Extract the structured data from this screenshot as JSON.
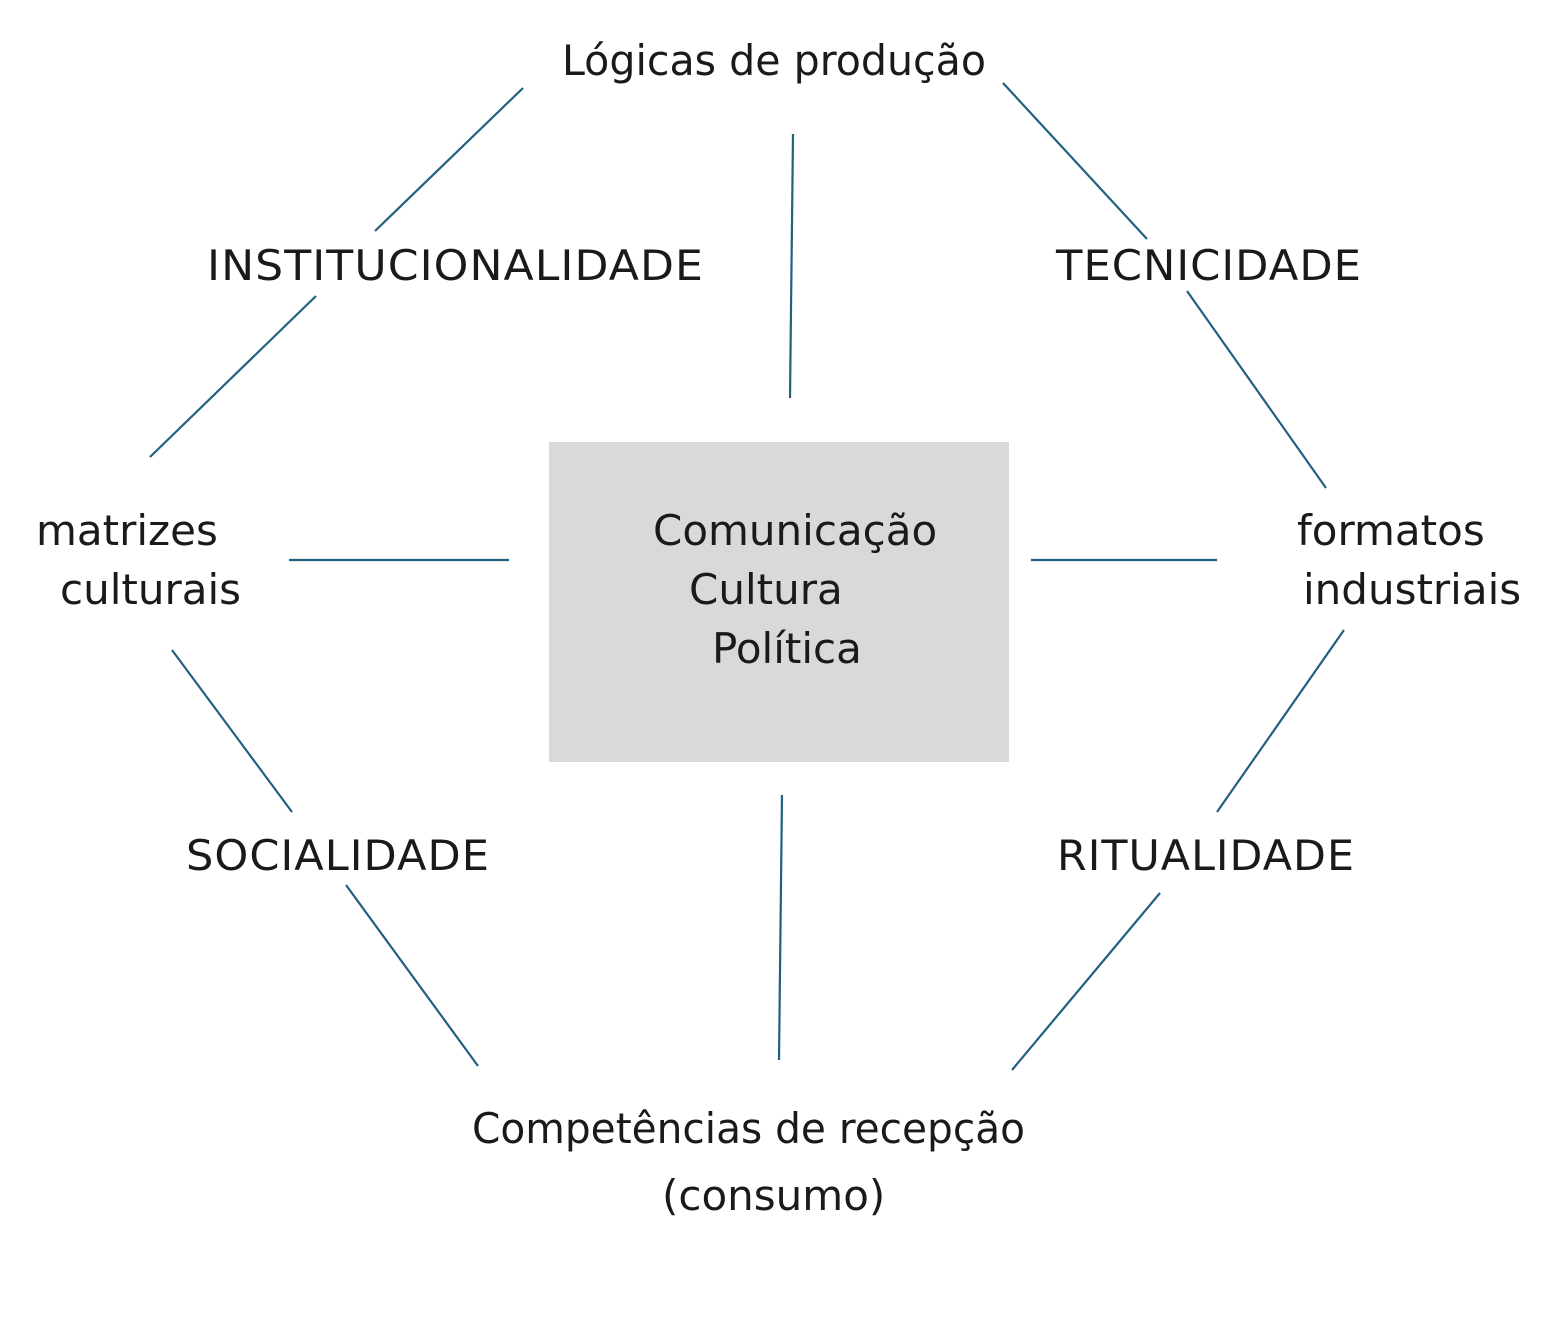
{
  "diagram": {
    "colors": {
      "line": "#22607f",
      "center_fill": "#d9d9d9",
      "text": "#1a1a1a",
      "background": "#ffffff"
    },
    "top": {
      "label": "Lógicas de produção"
    },
    "bottom": {
      "line1": "Competências de recepção",
      "line2": "(consumo)"
    },
    "left": {
      "line1": "matrizes",
      "line2": "culturais"
    },
    "right": {
      "line1": "formatos",
      "line2": "industriais"
    },
    "mediations": {
      "top_left": "INSTITUCIONALIDADE",
      "top_right": "TECNICIDADE",
      "bottom_left": "SOCIALIDADE",
      "bottom_right": "RITUALIDADE"
    },
    "center": {
      "line1": "Comunicação",
      "line2": "Cultura",
      "line3": "Política"
    }
  }
}
